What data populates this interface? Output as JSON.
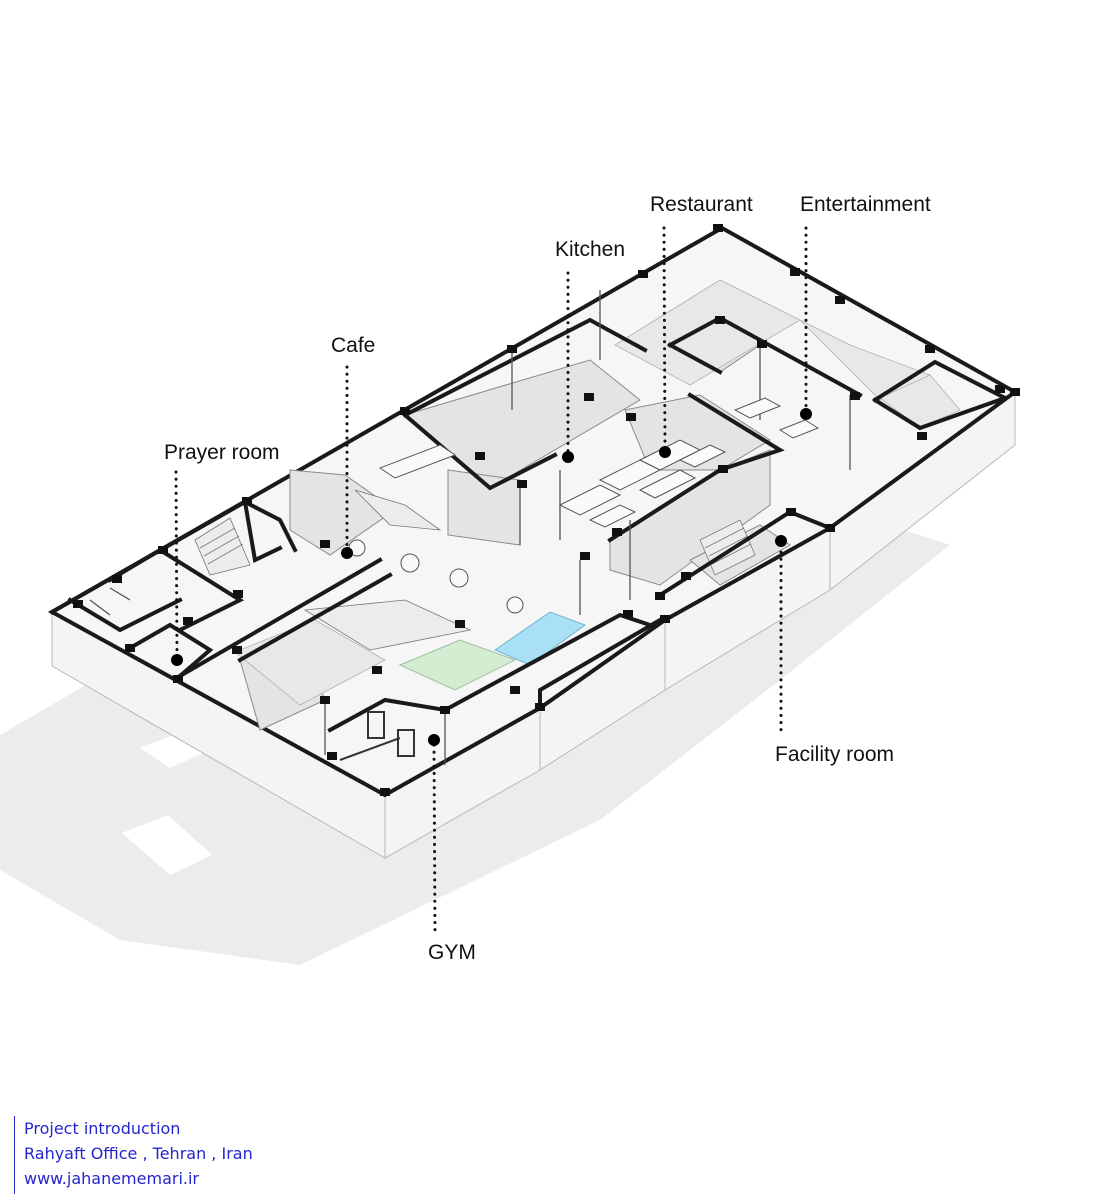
{
  "labels": {
    "restaurant": "Restaurant",
    "entertainment": "Entertainment",
    "kitchen": "Kitchen",
    "cafe": "Cafe",
    "prayer_room": "Prayer room",
    "facility_room": "Facility room",
    "gym": "GYM"
  },
  "footer": {
    "line1": "Project introduction",
    "line2": "Rahyaft Office , Tehran , Iran",
    "line3": "www.jahanememari.ir"
  },
  "colors": {
    "wall": "#1a1a1a",
    "shadow": "#ececec",
    "floor": "#f6f6f6",
    "pool": "#a9e0f5",
    "green_steps": "#d3ecd2",
    "footer_text": "#2525cf"
  }
}
